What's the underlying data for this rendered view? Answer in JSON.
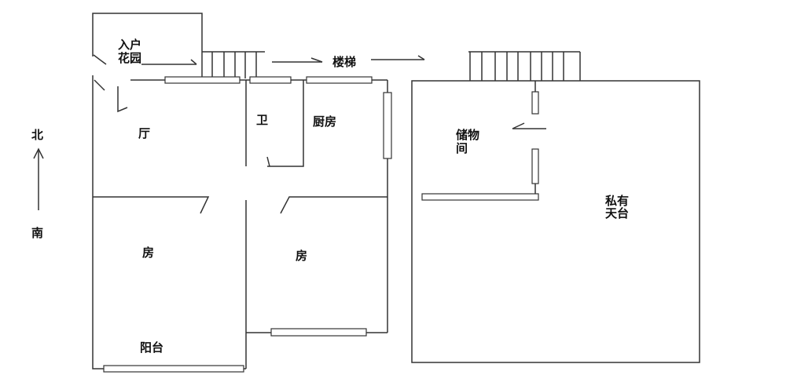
{
  "labels": {
    "entry_garden_1": "入户",
    "entry_garden_2": "花园",
    "stairs": "楼梯",
    "living_room": "厅",
    "bathroom": "卫",
    "kitchen": "厨房",
    "bedroom_left": "房",
    "bedroom_right": "房",
    "balcony": "阳台",
    "storage_1": "储物",
    "storage_2": "间",
    "terrace_1": "私有",
    "terrace_2": "天台",
    "north": "北",
    "south": "南"
  }
}
